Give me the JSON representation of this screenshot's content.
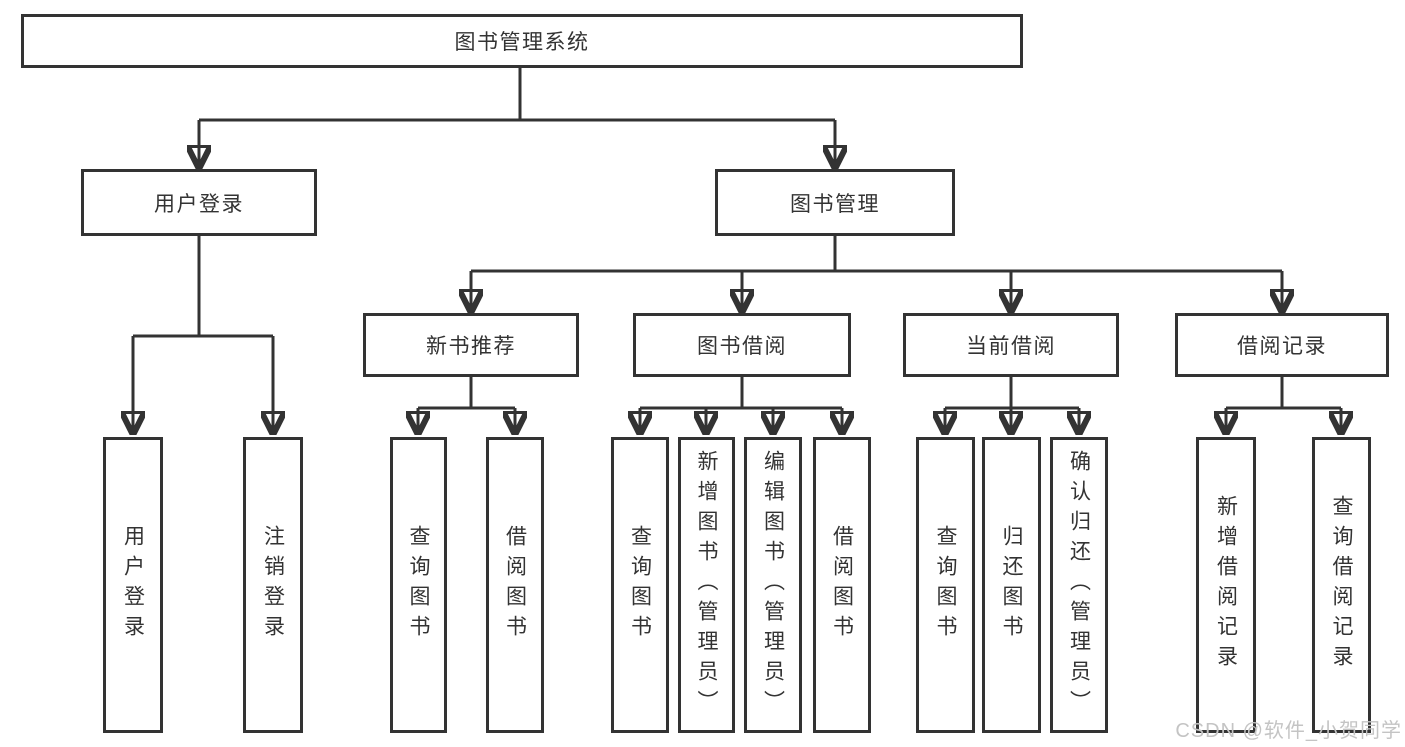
{
  "nodes": {
    "root": "图书管理系统",
    "level2": {
      "user_login": "用户登录",
      "book_mgmt": "图书管理"
    },
    "level3": {
      "recommend": "新书推荐",
      "borrow": "图书借阅",
      "current": "当前借阅",
      "records": "借阅记录"
    },
    "user_leaves": [
      "用户登录",
      "注销登录"
    ],
    "recommend_leaves": [
      "查询图书",
      "借阅图书"
    ],
    "borrow_leaves": [
      "查询图书",
      "新增图书（管理员）",
      "编辑图书（管理员）",
      "借阅图书"
    ],
    "current_leaves": [
      "查询图书",
      "归还图书",
      "确认归还（管理员）"
    ],
    "records_leaves": [
      "新增借阅记录",
      "查询借阅记录"
    ]
  },
  "watermark": "CSDN @软件_小贺同学",
  "colors": {
    "line": "#333333",
    "box_border": "#333333",
    "text": "#333333",
    "watermark": "#c4c4c4",
    "background": "#ffffff"
  }
}
